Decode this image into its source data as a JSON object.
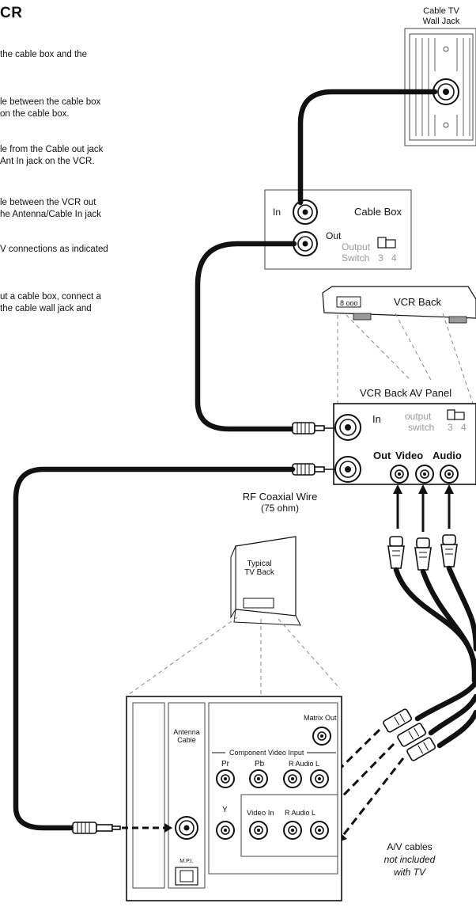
{
  "heading": "CR",
  "instructions": [
    "the cable box and the",
    "le between the cable box\non the cable box.",
    "le from the Cable out jack\nAnt In jack on the VCR.",
    "le between the VCR out\nhe Antenna/Cable In jack",
    "V connections as indicated",
    "ut a cable box, connect a\nthe cable wall jack and"
  ],
  "wall_jack": {
    "label_line1": "Cable TV",
    "label_line2": "Wall Jack"
  },
  "cable_box": {
    "in_label": "In",
    "out_label": "Out",
    "title": "Cable Box",
    "output_label": "Output",
    "switch_label": "Switch",
    "ch3": "3",
    "ch4": "4"
  },
  "vcr": {
    "back_label": "VCR Back",
    "display_text": "8 ooo",
    "panel_title": "VCR Back AV Panel",
    "in_label": "In",
    "out_label": "Out",
    "output_label": "output",
    "switch_label": "switch",
    "ch3": "3",
    "ch4": "4",
    "video_label": "Video",
    "audio_label": "Audio"
  },
  "rf_label": {
    "line1": "RF Coaxial Wire",
    "line2": "(75 ohm)"
  },
  "tv": {
    "thumb_line1": "Typical",
    "thumb_line2": "TV Back",
    "matrix_out": "Matrix Out",
    "antenna_line1": "Antenna",
    "antenna_line2": "Cable",
    "component_video_input": "Component Video Input",
    "pr": "Pr",
    "pb": "Pb",
    "r_audio_l_top": "R Audio L",
    "y": "Y",
    "mpi": "M.P.I.",
    "video_in": "Video In",
    "r_audio_l_bottom": "R Audio L"
  },
  "av_cables": {
    "line1": "A/V cables",
    "line2": "not included",
    "line3": "with TV"
  }
}
